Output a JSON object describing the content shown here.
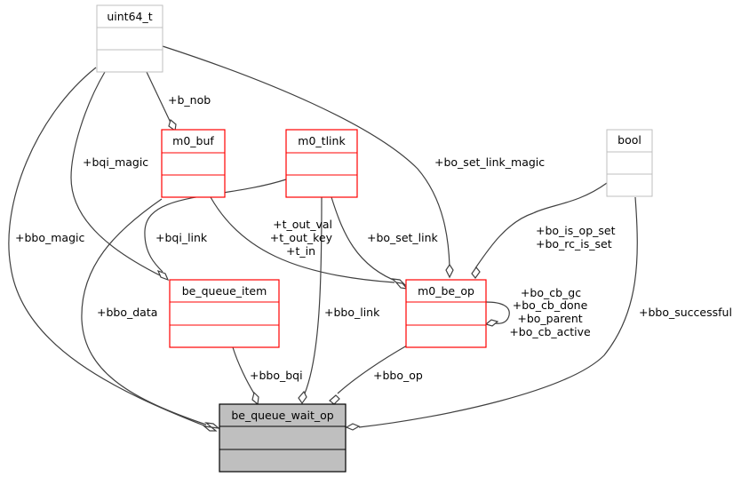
{
  "diagram": {
    "kind": "collaboration-diagram",
    "focus_node": "be_queue_wait_op",
    "colors": {
      "focus_fill": "#bfbfbf",
      "focus_border": "#000000",
      "class_border": "#ff0000",
      "external_border": "#bfbfbf",
      "edge": "#404040"
    },
    "nodes": [
      {
        "id": "uint64_t",
        "label": "uint64_t",
        "style": "external"
      },
      {
        "id": "m0_buf",
        "label": "m0_buf",
        "style": "class"
      },
      {
        "id": "m0_tlink",
        "label": "m0_tlink",
        "style": "class"
      },
      {
        "id": "bool",
        "label": "bool",
        "style": "external"
      },
      {
        "id": "be_queue_item",
        "label": "be_queue_item",
        "style": "class"
      },
      {
        "id": "m0_be_op",
        "label": "m0_be_op",
        "style": "class"
      },
      {
        "id": "be_queue_wait_op",
        "label": "be_queue_wait_op",
        "style": "focus"
      }
    ],
    "edges": [
      {
        "from": "uint64_t",
        "to": "m0_buf",
        "labels": [
          "+b_nob"
        ]
      },
      {
        "from": "uint64_t",
        "to": "be_queue_item",
        "labels": [
          "+bqi_magic"
        ]
      },
      {
        "from": "uint64_t",
        "to": "m0_be_op",
        "labels": [
          "+bo_set_link_magic"
        ]
      },
      {
        "from": "uint64_t",
        "to": "be_queue_wait_op",
        "labels": [
          "+bbo_magic"
        ]
      },
      {
        "from": "m0_tlink",
        "to": "be_queue_item",
        "labels": [
          "+bqi_link"
        ]
      },
      {
        "from": "m0_tlink",
        "to": "m0_be_op",
        "labels": [
          "+bo_set_link"
        ]
      },
      {
        "from": "m0_tlink",
        "to": "be_queue_wait_op",
        "labels": [
          "+bbo_link"
        ]
      },
      {
        "from": "m0_buf",
        "to": "m0_be_op",
        "labels": [
          "+t_out_val",
          "+t_out_key",
          "+t_in"
        ]
      },
      {
        "from": "m0_buf",
        "to": "be_queue_wait_op",
        "labels": [
          "+bbo_data"
        ]
      },
      {
        "from": "bool",
        "to": "m0_be_op",
        "labels": [
          "+bo_is_op_set",
          "+bo_rc_is_set"
        ]
      },
      {
        "from": "bool",
        "to": "be_queue_wait_op",
        "labels": [
          "+bbo_successful"
        ]
      },
      {
        "from": "m0_be_op",
        "to": "m0_be_op",
        "labels": [
          "+bo_cb_gc",
          "+bo_cb_done",
          "+bo_parent",
          "+bo_cb_active"
        ]
      },
      {
        "from": "be_queue_item",
        "to": "be_queue_wait_op",
        "labels": [
          "+bbo_bqi"
        ]
      },
      {
        "from": "m0_be_op",
        "to": "be_queue_wait_op",
        "labels": [
          "+bbo_op"
        ]
      }
    ]
  }
}
